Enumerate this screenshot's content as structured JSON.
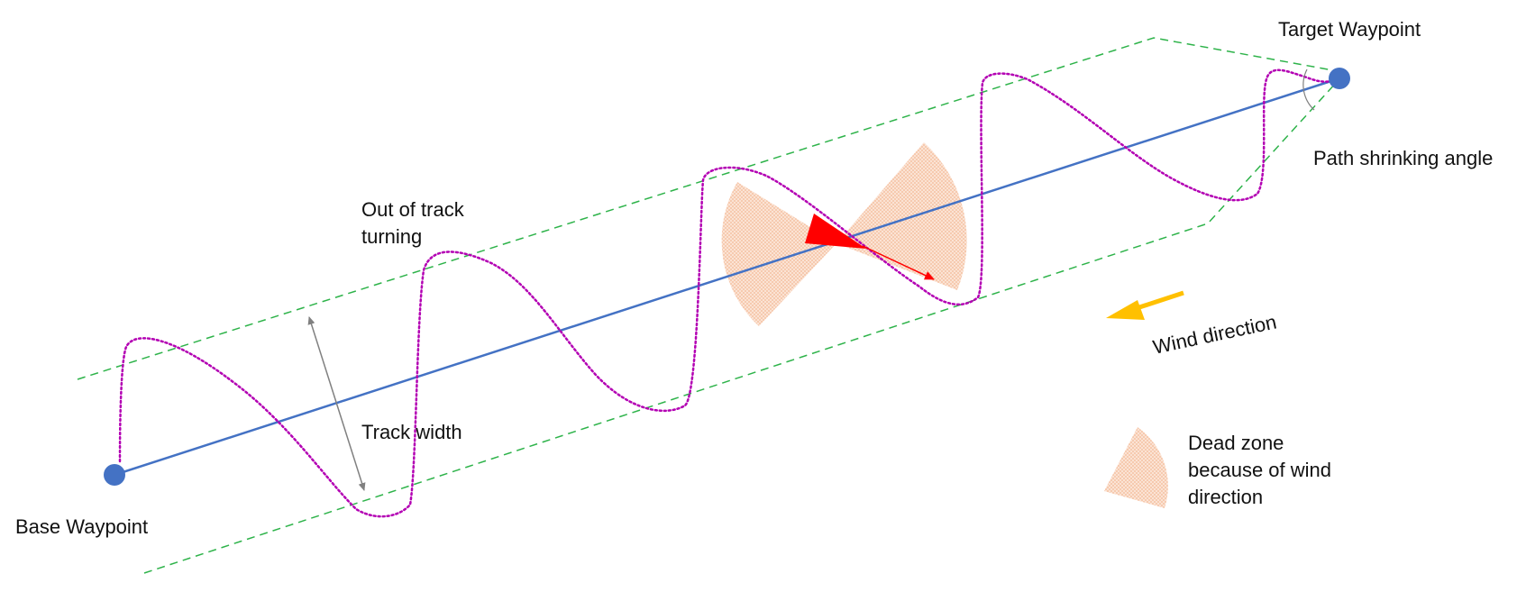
{
  "labels": {
    "target_waypoint": "Target Waypoint",
    "path_shrinking_angle": "Path shrinking angle",
    "out_of_track_line1": "Out of track",
    "out_of_track_line2": "turning",
    "track_width": "Track width",
    "base_waypoint": "Base Waypoint",
    "wind_direction": "Wind direction",
    "dead_zone_line1": "Dead zone",
    "dead_zone_line2": "because of wind",
    "dead_zone_line3": "direction"
  },
  "colors": {
    "route_line": "#4472c4",
    "waypoint": "#4472c4",
    "track_boundary": "#2eb34a",
    "sail_path": "#b300b3",
    "dead_zone": "#f8cbad",
    "wind_arrow": "#ffc000",
    "boat_heading": "#ff0000",
    "dimension_arrow": "#808080"
  }
}
